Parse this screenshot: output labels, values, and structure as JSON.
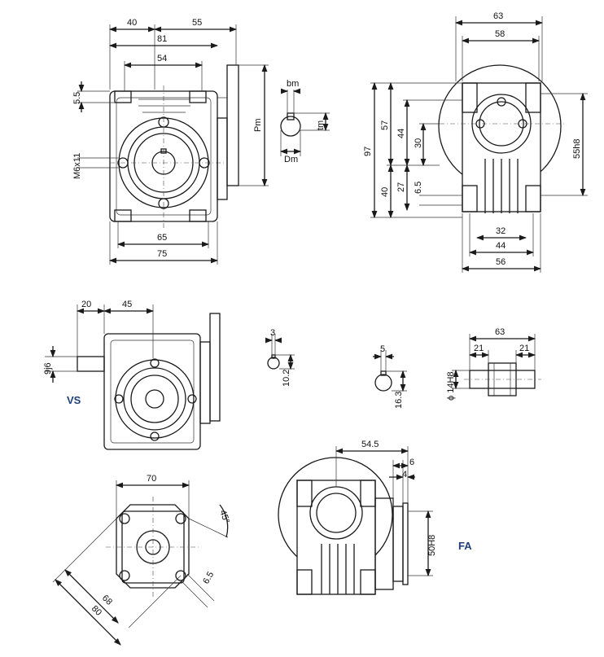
{
  "labels": {
    "top_left": {
      "d40": "40",
      "d55": "55",
      "d81": "81",
      "d54": "54",
      "d5_5": "5.5",
      "m6x11": "M6x11",
      "d65": "65",
      "d75": "75",
      "pm": "Pm"
    },
    "shaft": {
      "bm": "bm",
      "tm": "tm",
      "dm": "Dm"
    },
    "top_right": {
      "d63": "63",
      "d58": "58",
      "d97": "97",
      "d57": "57",
      "d44": "44",
      "d30": "30",
      "d40": "40",
      "d27": "27",
      "d6_5": "6.5",
      "d55h8": "55h8",
      "d32": "32",
      "d44b": "44",
      "d56": "56"
    },
    "vs_view": {
      "d20": "20",
      "d45": "45",
      "d9j6": "9j6",
      "tag": "VS"
    },
    "keys": {
      "k1_w": "3",
      "k1_h": "10.2",
      "k2_w": "5",
      "k2_h": "16.3"
    },
    "hollow": {
      "d63": "63",
      "d21a": "21",
      "d21b": "21",
      "d14h8": "ϕ 14H8"
    },
    "flange": {
      "d70": "70",
      "d68": "68",
      "d80": "80",
      "d6_5": "6.5",
      "deg45": "45°"
    },
    "fa_view": {
      "d54_5": "54.5",
      "d6": "6",
      "d4": "4",
      "d50h8": "50H8",
      "tag": "FA"
    }
  }
}
